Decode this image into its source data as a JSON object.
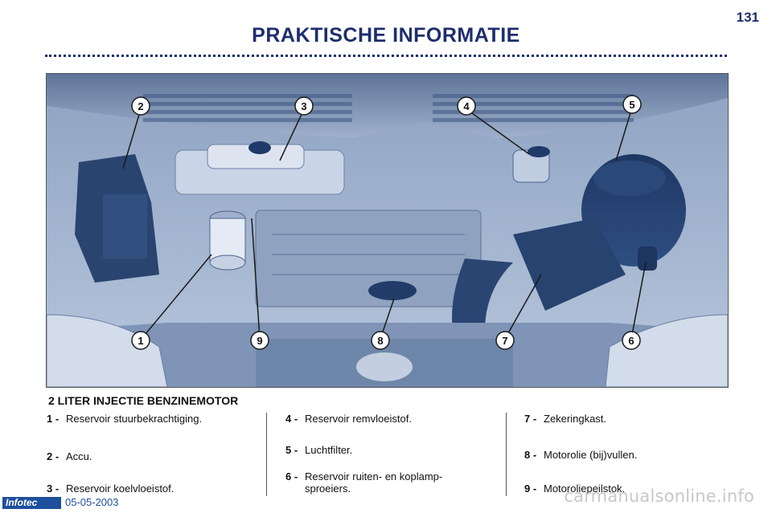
{
  "header": {
    "title": "PRAKTISCHE INFORMATIE",
    "page_number": "131"
  },
  "figure": {
    "callouts": [
      "1",
      "2",
      "3",
      "4",
      "5",
      "6",
      "7",
      "8",
      "9"
    ]
  },
  "caption": "2 LITER INJECTIE BENZINEMOTOR",
  "legend": [
    {
      "num": "1 -",
      "text": "Reservoir stuurbekrachtiging."
    },
    {
      "num": "2 -",
      "text": "Accu."
    },
    {
      "num": "3 -",
      "text": "Reservoir koelvloeistof."
    },
    {
      "num": "4 -",
      "text": "Reservoir remvloeistof."
    },
    {
      "num": "5 -",
      "text": "Luchtfilter."
    },
    {
      "num": "6 -",
      "text": "Reservoir ruiten- en koplamp-",
      "text2": "sproeiers."
    },
    {
      "num": "7 -",
      "text": "Zekeringkast."
    },
    {
      "num": "8 -",
      "text": "Motorolie (bij)vullen."
    },
    {
      "num": "9 -",
      "text": "Motoroliepeilstok."
    }
  ],
  "footer": {
    "badge": "Infotec",
    "date": "05-05-2003",
    "watermark": "carmanualsonline.info"
  }
}
